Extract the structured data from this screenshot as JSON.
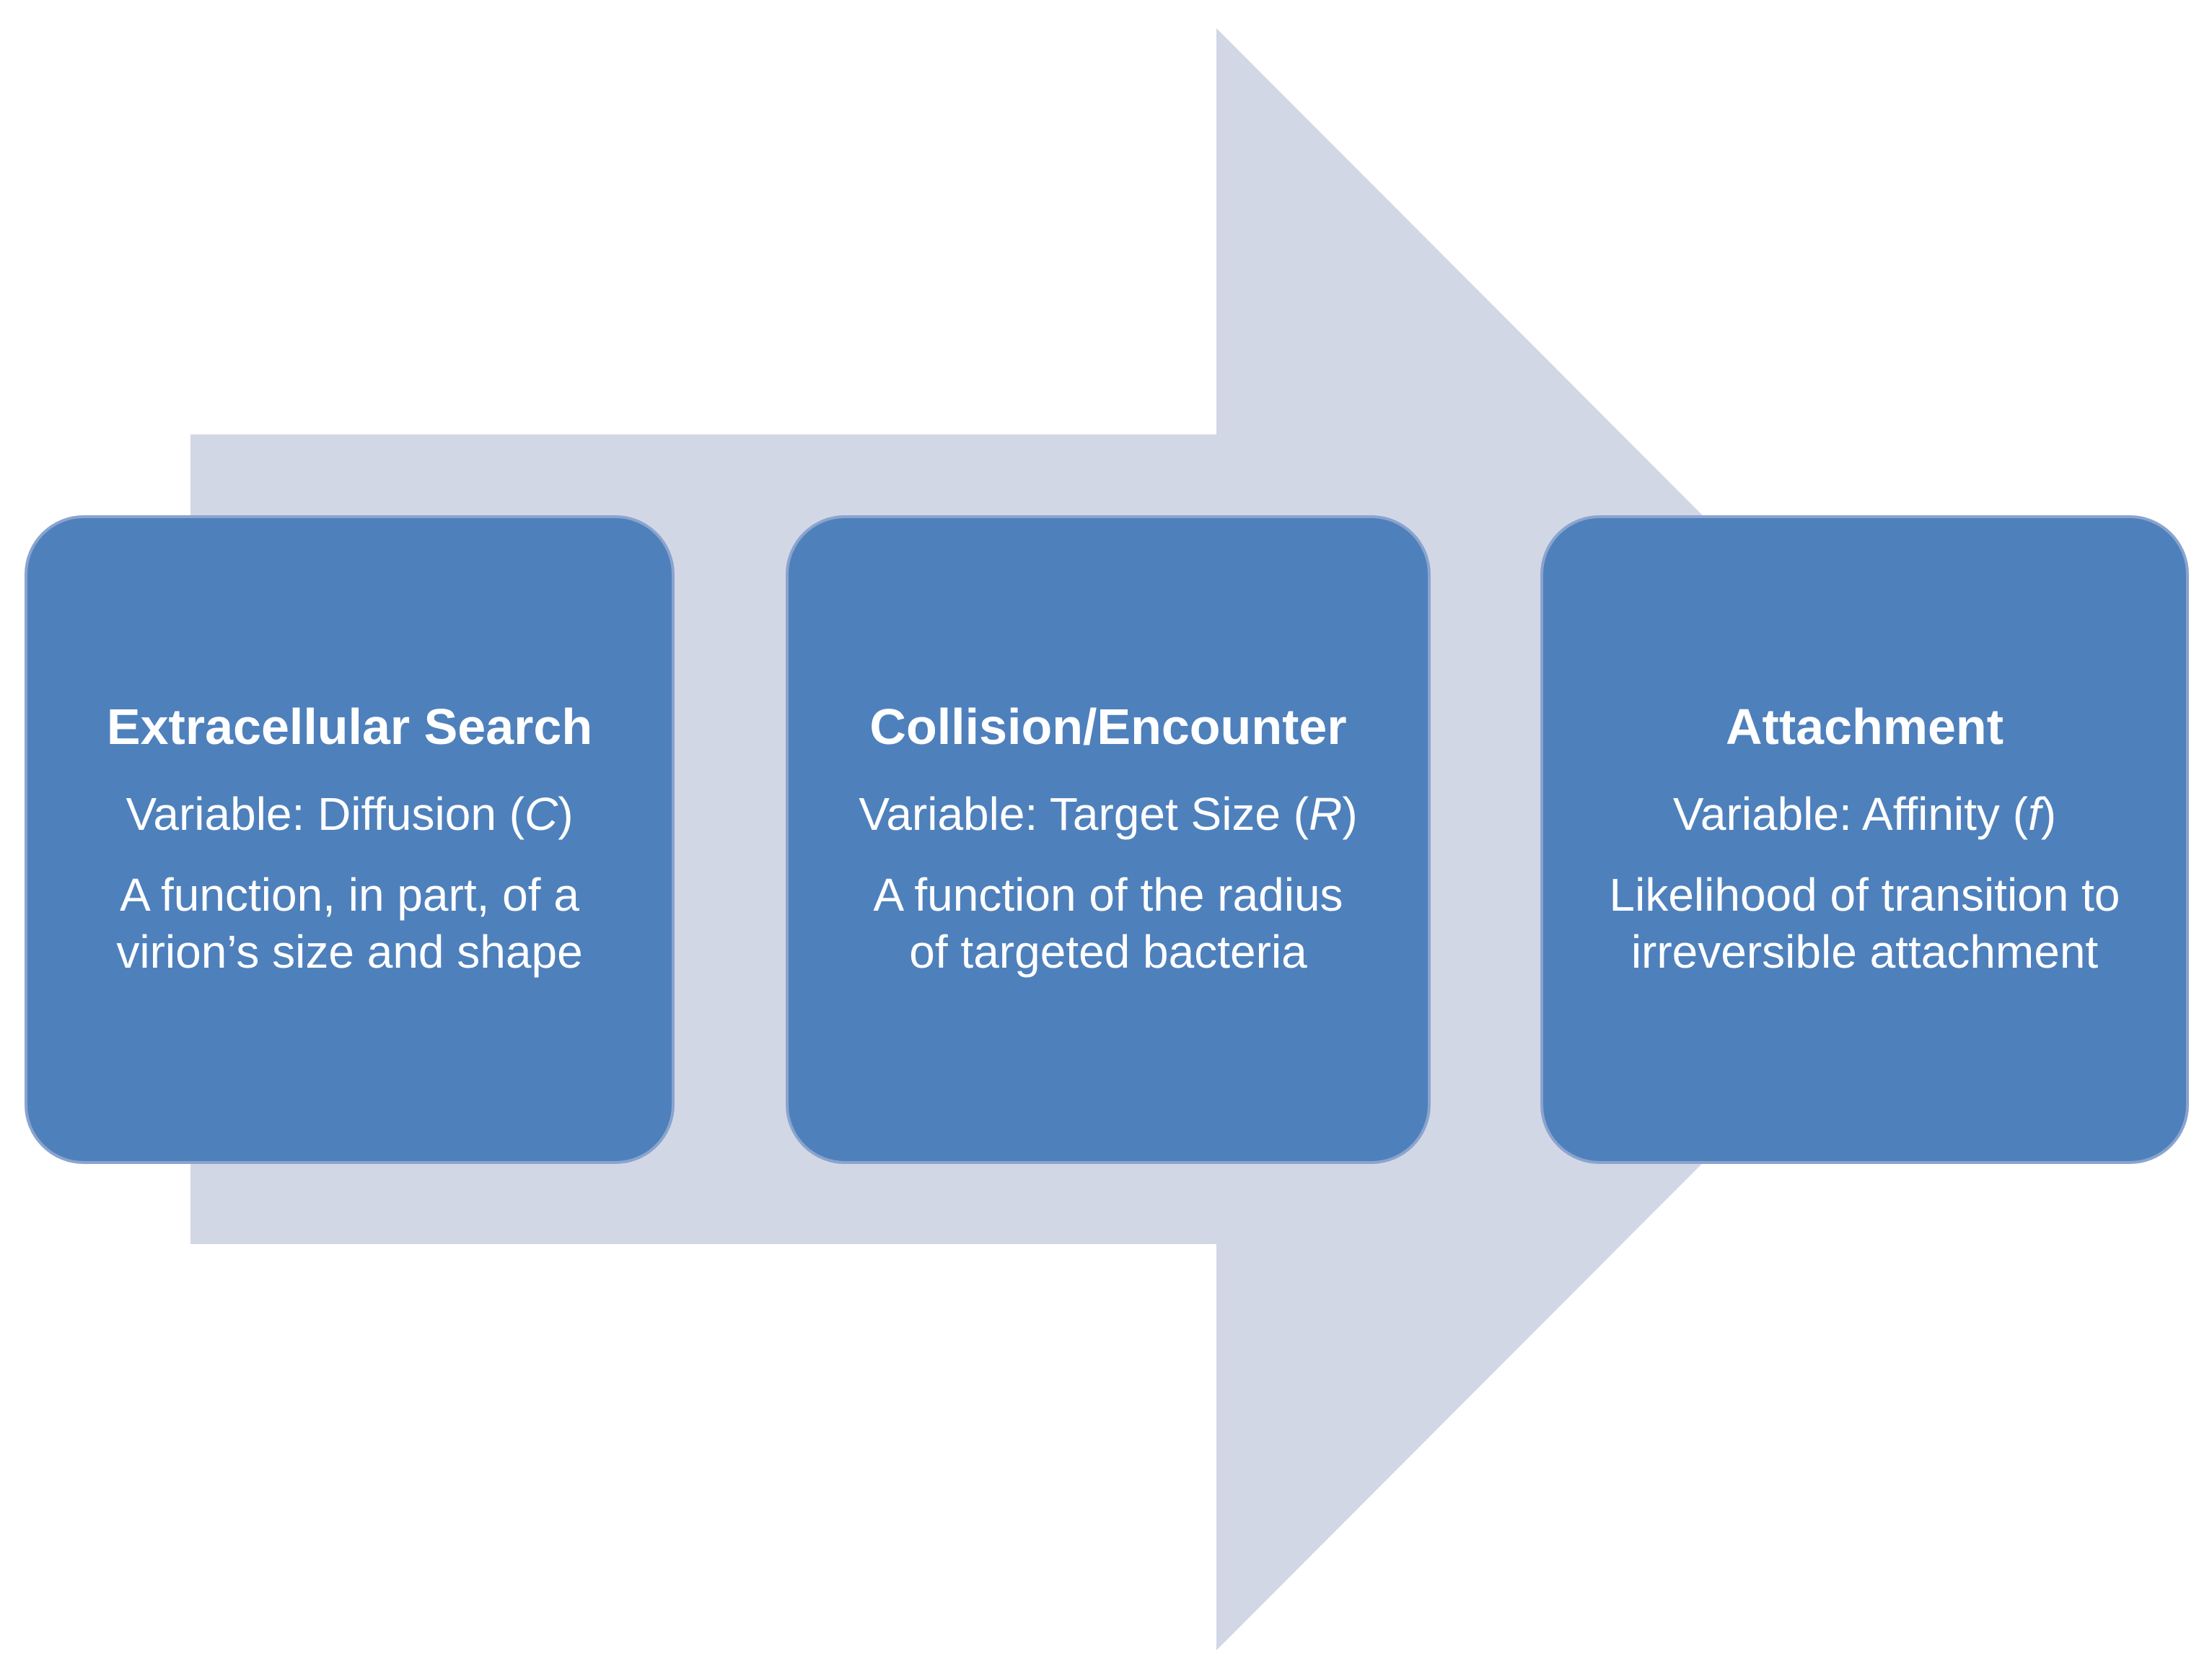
{
  "figure": {
    "background_color": "#ffffff",
    "arrow": {
      "description": "large right-pointing process arrow behind stage boxes",
      "color": "#d2d7e6"
    },
    "stage_style": {
      "fill_color": "#4e80bc",
      "border_color": "#8aa4ce",
      "text_color": "#ffffff"
    },
    "stages": [
      {
        "title": "Extracellular Search",
        "variable_prefix": "Variable: Diffusion (",
        "variable_symbol": "C",
        "variable_suffix": ")",
        "description": "A function, in part, of a\nvirion’s size and shape"
      },
      {
        "title": "Collision/Encounter",
        "variable_prefix": "Variable: Target Size (",
        "variable_symbol": "R",
        "variable_suffix": ")",
        "description": "A function of the radius\nof targeted bacteria"
      },
      {
        "title": "Attachment",
        "variable_prefix": "Variable: Affinity (",
        "variable_symbol": "f",
        "variable_suffix": ")",
        "description": "Likelihood of transition to\nirreversible attachment"
      }
    ]
  }
}
